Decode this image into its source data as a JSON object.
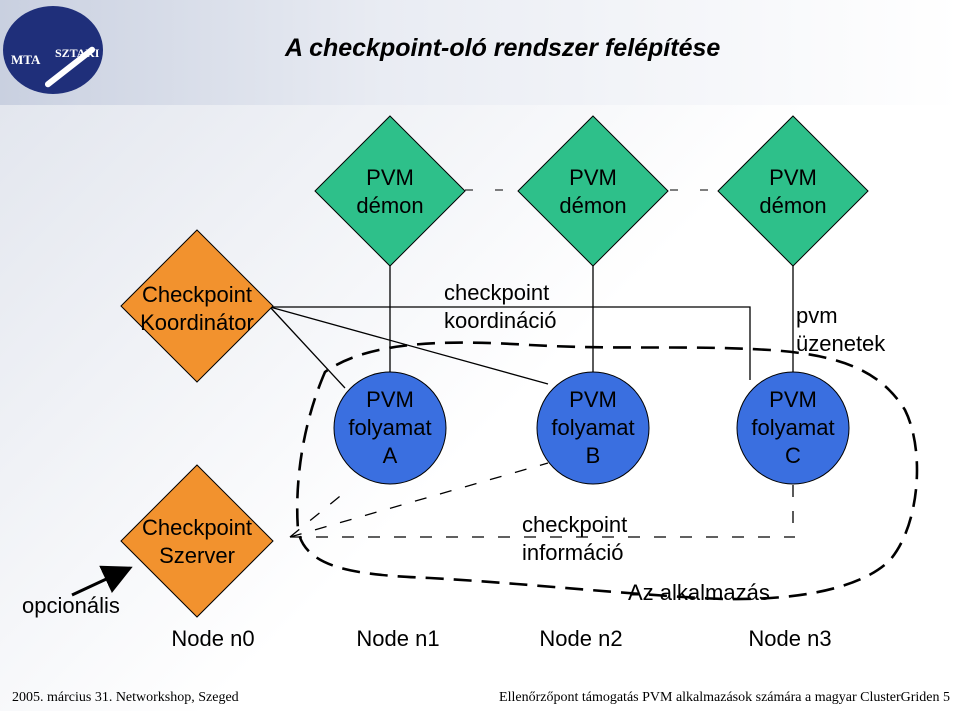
{
  "title": "A checkpoint-oló rendszer felépítése",
  "logo": {
    "left_text": "MTA",
    "right_text": "SZTAKI"
  },
  "colors": {
    "demon": "#2ec08a",
    "folyamat": "#3a6fe0",
    "checkpoint": "#f2922e"
  },
  "demons": [
    {
      "line1": "PVM",
      "line2": "démon"
    },
    {
      "line1": "PVM",
      "line2": "démon"
    },
    {
      "line1": "PVM",
      "line2": "démon"
    }
  ],
  "processes": [
    {
      "line1": "PVM",
      "line2": "folyamat",
      "line3": "A"
    },
    {
      "line1": "PVM",
      "line2": "folyamat",
      "line3": "B"
    },
    {
      "line1": "PVM",
      "line2": "folyamat",
      "line3": "C"
    }
  ],
  "coordinator": {
    "line1": "Checkpoint",
    "line2": "Koordinátor"
  },
  "server": {
    "line1": "Checkpoint",
    "line2": "Szerver"
  },
  "labels": {
    "coord_info_1": "checkpoint",
    "coord_info_2": "koordináció",
    "pvm_msg_1": "pvm",
    "pvm_msg_2": "üzenetek",
    "ckpt_info_1": "checkpoint",
    "ckpt_info_2": "információ",
    "application": "Az alkalmazás",
    "optional": "opcionális"
  },
  "nodes": [
    "Node n0",
    "Node n1",
    "Node n2",
    "Node n3"
  ],
  "footer": {
    "left": "2005. március 31. Networkshop, Szeged",
    "right": "Ellenőrzőpont támogatás PVM alkalmazások számára a magyar ClusterGriden 5"
  }
}
